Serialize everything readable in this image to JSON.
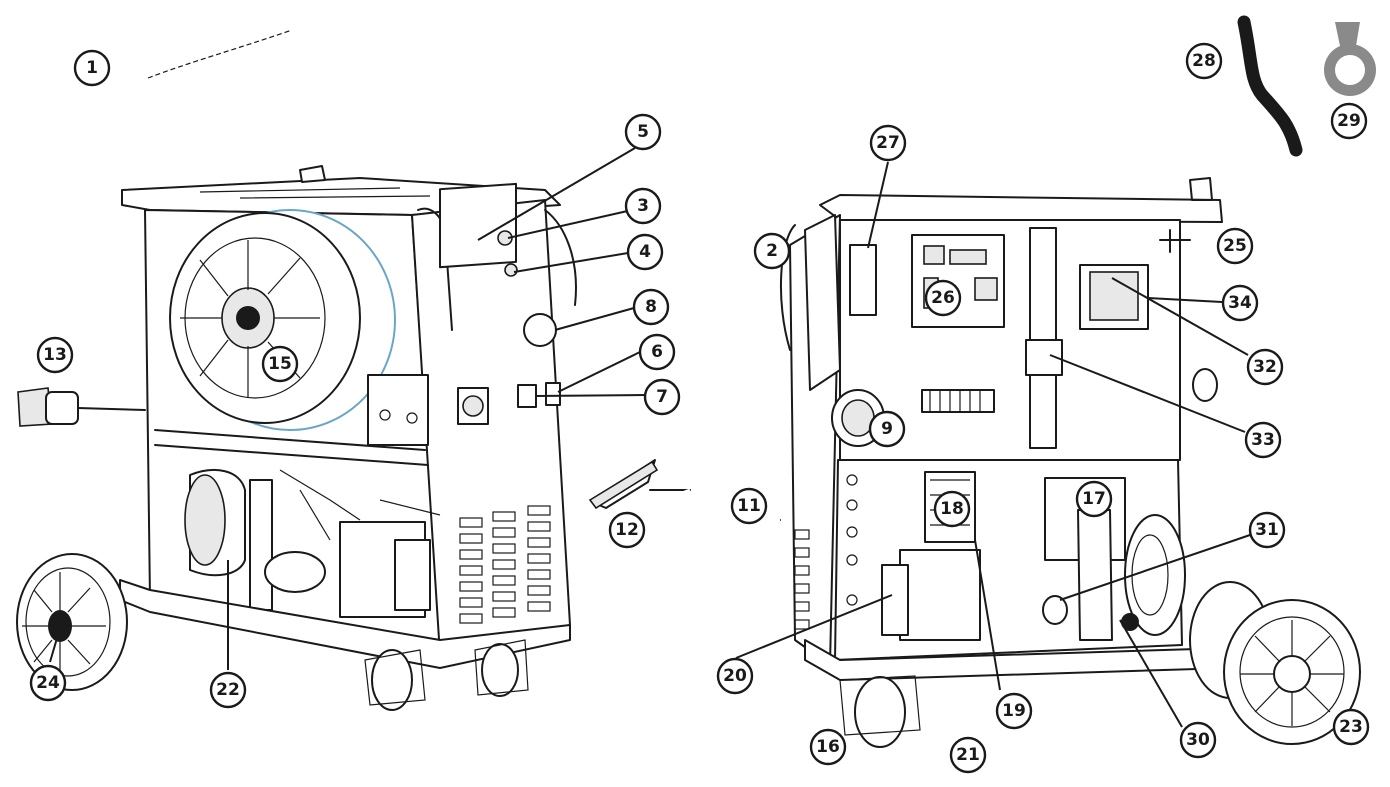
{
  "callouts": [
    {
      "label": "1"
    },
    {
      "label": "2"
    },
    {
      "label": "3"
    },
    {
      "label": "4"
    },
    {
      "label": "5"
    },
    {
      "label": "6"
    },
    {
      "label": "7"
    },
    {
      "label": "8"
    },
    {
      "label": "9"
    },
    {
      "label": "11"
    },
    {
      "label": "12"
    },
    {
      "label": "13"
    },
    {
      "label": "15"
    },
    {
      "label": "16"
    },
    {
      "label": "17"
    },
    {
      "label": "18"
    },
    {
      "label": "19"
    },
    {
      "label": "20"
    },
    {
      "label": "21"
    },
    {
      "label": "22"
    },
    {
      "label": "23"
    },
    {
      "label": "24"
    },
    {
      "label": "25"
    },
    {
      "label": "26"
    },
    {
      "label": "27"
    },
    {
      "label": "28"
    },
    {
      "label": "29"
    },
    {
      "label": "30"
    },
    {
      "label": "31"
    },
    {
      "label": "32"
    },
    {
      "label": "33"
    },
    {
      "label": "34"
    }
  ],
  "colors": {
    "line": "#1a1a1a",
    "background": "#ffffff",
    "accent_wire": "#6aa6c8"
  }
}
